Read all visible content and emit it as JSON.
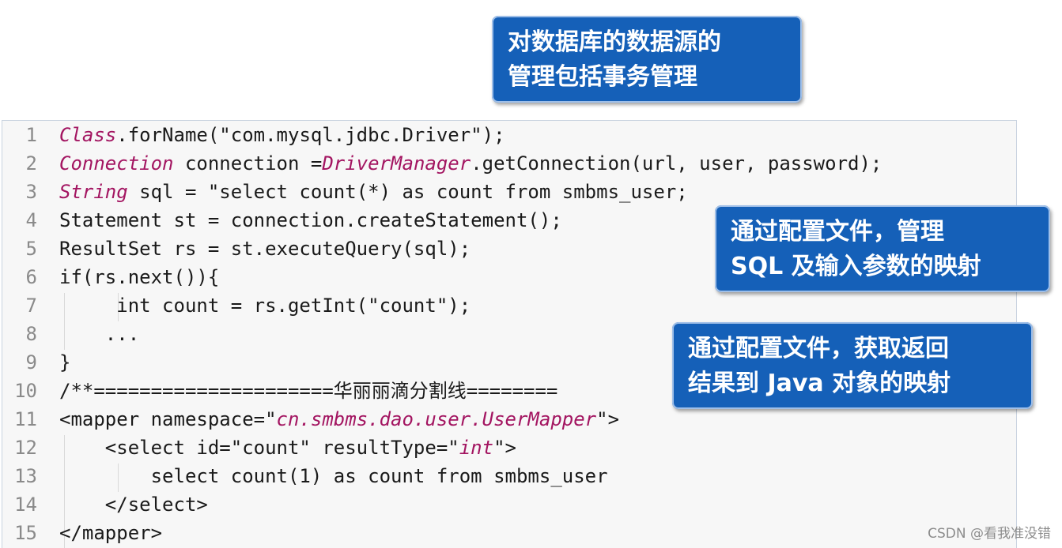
{
  "callouts": {
    "top": [
      "对数据库的数据源的",
      "管理包括事务管理"
    ],
    "middle": [
      "通过配置文件，管理",
      "SQL 及输入参数的映射"
    ],
    "bottom": [
      "通过配置文件，获取返回",
      "结果到 Java 对象的映射"
    ]
  },
  "code_lines": [
    {
      "num": "1",
      "parts": [
        {
          "t": "Class",
          "s": "kw"
        },
        {
          "t": ".forName(\"com.mysql.jdbc.Driver\");"
        }
      ]
    },
    {
      "num": "2",
      "parts": [
        {
          "t": "Connection",
          "s": "kw"
        },
        {
          "t": " connection ="
        },
        {
          "t": "DriverManager",
          "s": "kw"
        },
        {
          "t": ".getConnection(url, user, password);"
        }
      ]
    },
    {
      "num": "3",
      "parts": [
        {
          "t": "String",
          "s": "kw"
        },
        {
          "t": " sql = \"select count(*) as count from smbms_user;"
        }
      ]
    },
    {
      "num": "4",
      "parts": [
        {
          "t": "Statement st = connection.createStatement();"
        }
      ]
    },
    {
      "num": "5",
      "parts": [
        {
          "t": "ResultSet rs = st.executeQuery(sql);"
        }
      ]
    },
    {
      "num": "6",
      "parts": [
        {
          "t": "if(rs.next()){"
        }
      ]
    },
    {
      "num": "7",
      "parts": [
        {
          "t": "     int count = rs.getInt(\"count\");"
        }
      ]
    },
    {
      "num": "8",
      "parts": [
        {
          "t": "    ..."
        }
      ]
    },
    {
      "num": "9",
      "parts": [
        {
          "t": "}"
        }
      ]
    },
    {
      "num": "10",
      "parts": [
        {
          "t": "/**=====================华丽丽滴分割线========"
        }
      ]
    },
    {
      "num": "11",
      "parts": [
        {
          "t": "<mapper namespace=\""
        },
        {
          "t": "cn.smbms.dao.user.UserMapper",
          "s": "it"
        },
        {
          "t": "\">"
        }
      ]
    },
    {
      "num": "12",
      "parts": [
        {
          "t": "    <select id=\"count\" resultType=\""
        },
        {
          "t": "int",
          "s": "it"
        },
        {
          "t": "\">"
        }
      ]
    },
    {
      "num": "13",
      "parts": [
        {
          "t": "        select count(1) as count from smbms_user"
        }
      ]
    },
    {
      "num": "14",
      "parts": [
        {
          "t": "    </select>"
        }
      ]
    },
    {
      "num": "15",
      "parts": [
        {
          "t": "</mapper>"
        }
      ]
    }
  ],
  "watermark": "CSDN @看我准没错"
}
